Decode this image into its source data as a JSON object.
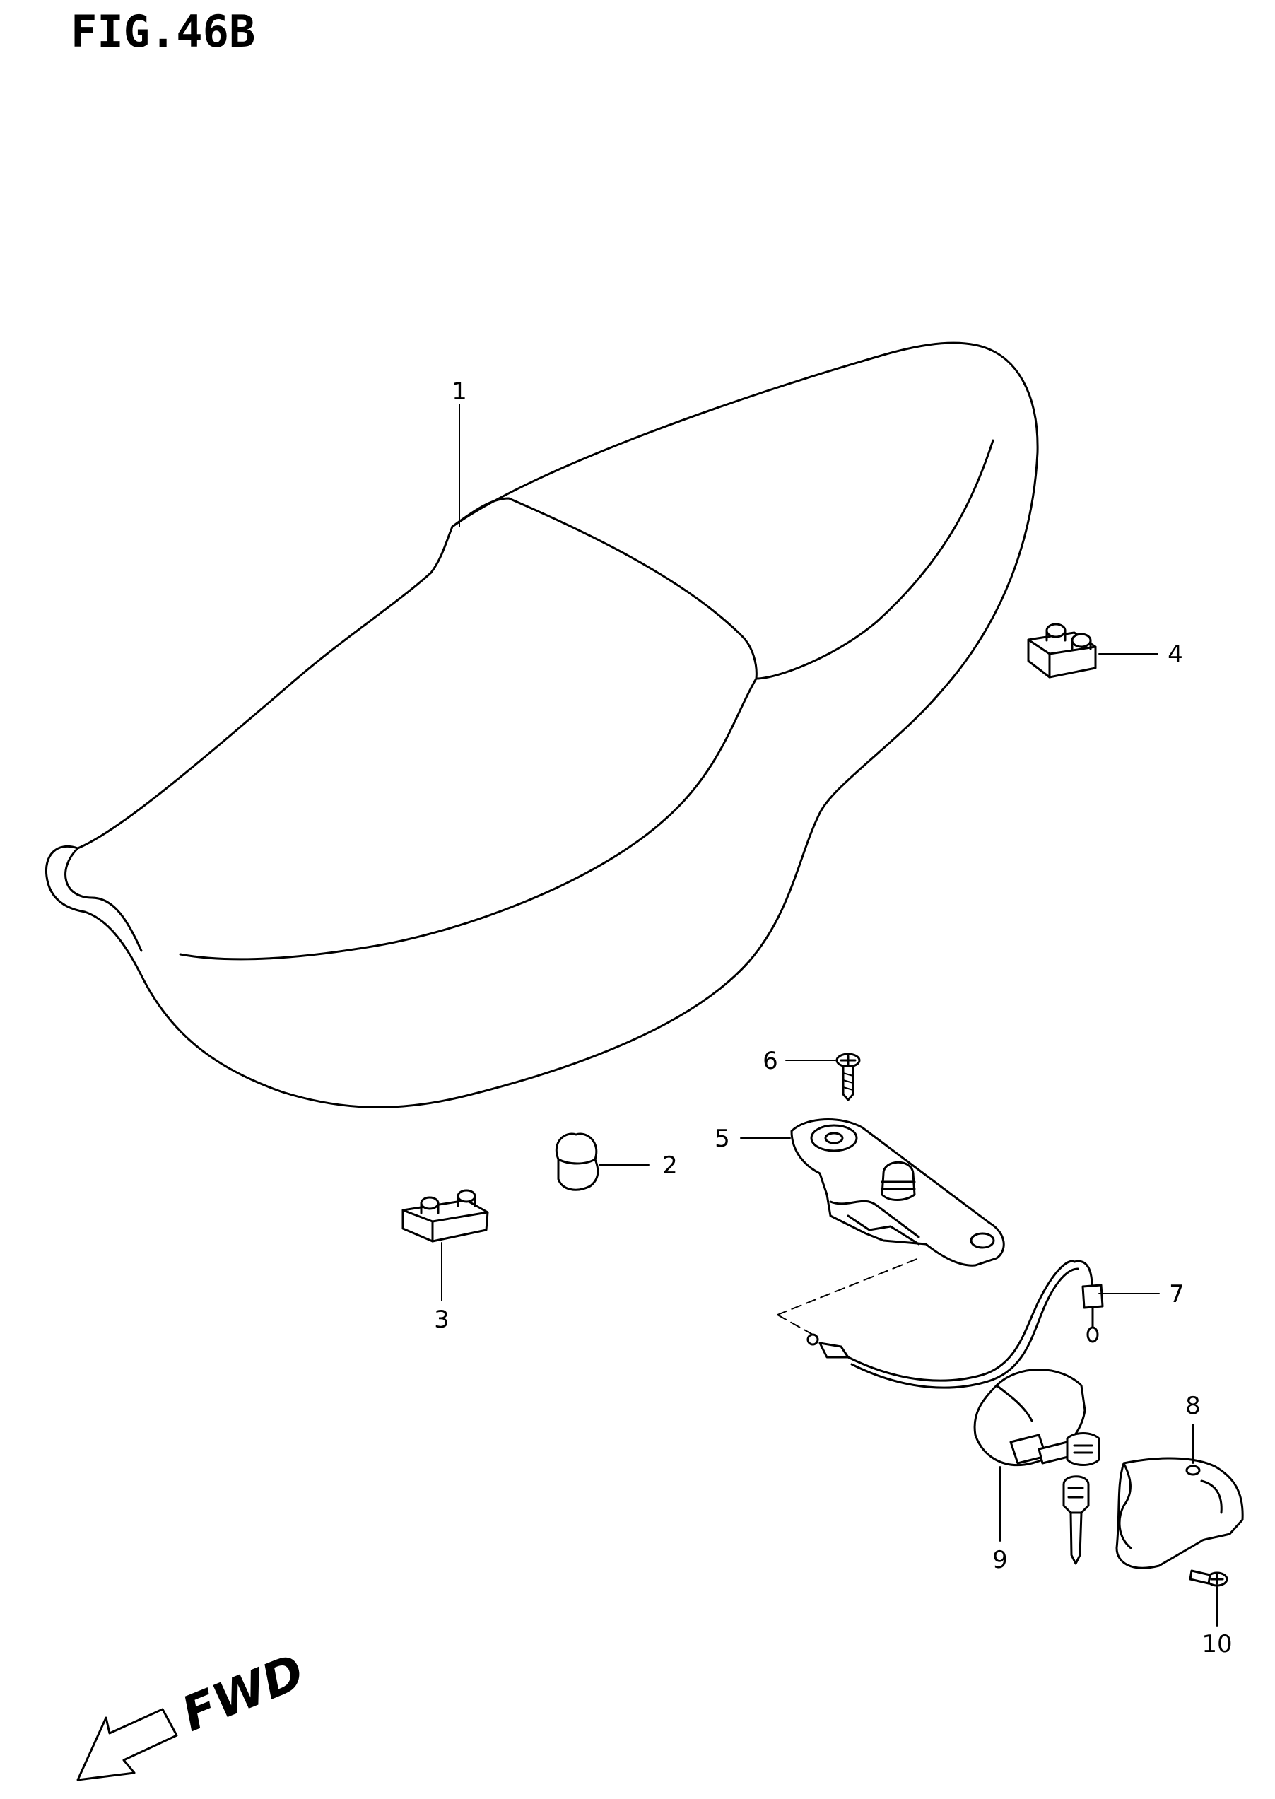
{
  "figure": {
    "title": "FIG.46B"
  },
  "direction_indicator": {
    "label": "FWD"
  },
  "parts": [
    {
      "callout": "1",
      "icon": "seat-icon"
    },
    {
      "callout": "2",
      "icon": "rubber-cushion-icon"
    },
    {
      "callout": "3",
      "icon": "seat-bracket-icon"
    },
    {
      "callout": "4",
      "icon": "seat-bracket-icon"
    },
    {
      "callout": "5",
      "icon": "seat-lock-assembly-icon"
    },
    {
      "callout": "6",
      "icon": "screw-icon"
    },
    {
      "callout": "7",
      "icon": "cable-icon"
    },
    {
      "callout": "8",
      "icon": "lock-cover-icon"
    },
    {
      "callout": "9",
      "icon": "key-lock-set-icon"
    },
    {
      "callout": "10",
      "icon": "screw-icon"
    }
  ]
}
